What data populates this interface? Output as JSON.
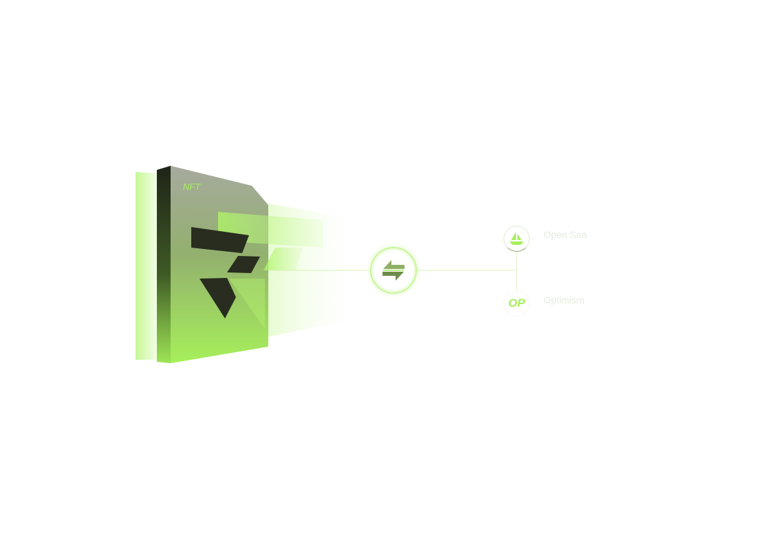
{
  "card": {
    "badge": "NFT"
  },
  "connector": {
    "icon": "swap-arrows-icon"
  },
  "destinations": [
    {
      "label": "Open Sea",
      "icon": "sailboat-icon"
    },
    {
      "label": "Optimism",
      "icon_text": "OP"
    }
  ],
  "colors": {
    "accent": "#a6f05a",
    "dark": "#282d1f",
    "label": "#e6ebdf"
  }
}
